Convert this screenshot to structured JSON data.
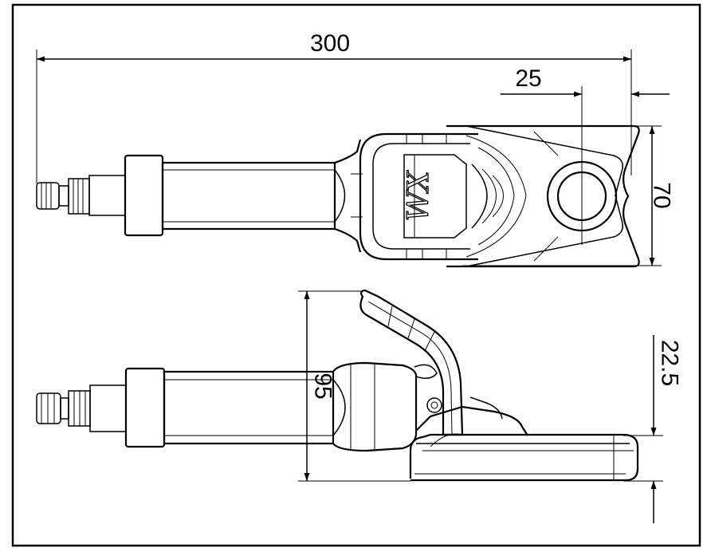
{
  "dimensions": {
    "overall_length": "300",
    "head_offset": "25",
    "head_width": "70",
    "height": "95",
    "base_step": "22.5"
  },
  "logo": {
    "mark": "WX"
  }
}
